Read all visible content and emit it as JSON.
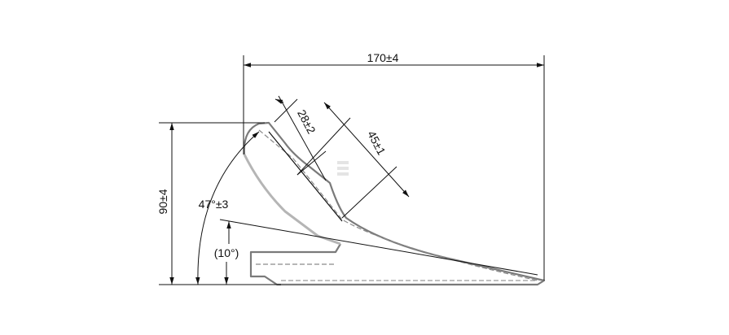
{
  "drawing": {
    "dim_width": "170±4",
    "dim_height": "90±4",
    "dim_thickness": "28±2",
    "dim_blade": "45±1",
    "dim_angle": "47°±3",
    "dim_relief_angle": "(10°)"
  },
  "colors": {
    "line": "#111111",
    "part": "#7a7a7a",
    "part_light": "#b5b5b5"
  }
}
